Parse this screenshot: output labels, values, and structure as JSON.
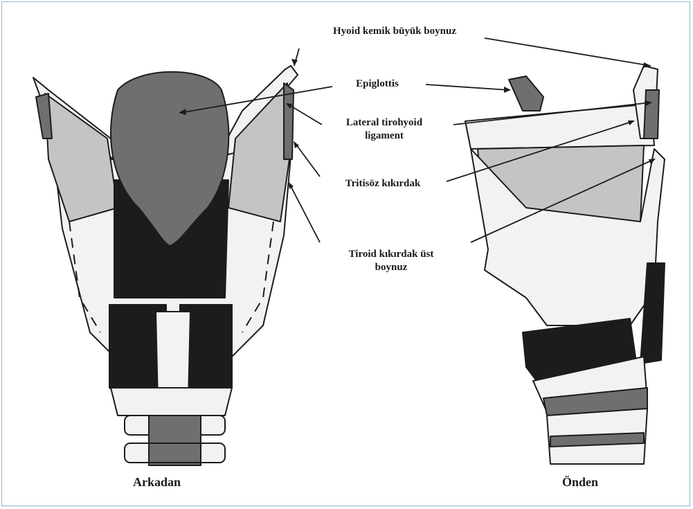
{
  "labels": {
    "hyoid": "Hyoid kemik büyük boynuz",
    "epiglottis": "Epiglottis",
    "lateral_line1": "Lateral tirohyoid",
    "lateral_line2": "ligament",
    "tritisoz": "Tritisöz kıkırdak",
    "tiroid_line1": "Tiroid kıkırdak üst",
    "tiroid_line2": "boynuz"
  },
  "captions": {
    "posterior": "Arkadan",
    "anterior": "Önden"
  },
  "colors": {
    "dark": "#1c1c1c",
    "mid": "#6f6f6f",
    "light": "#c4c4c4",
    "pale": "#f2f2f2",
    "border": "#8fb3d9"
  }
}
